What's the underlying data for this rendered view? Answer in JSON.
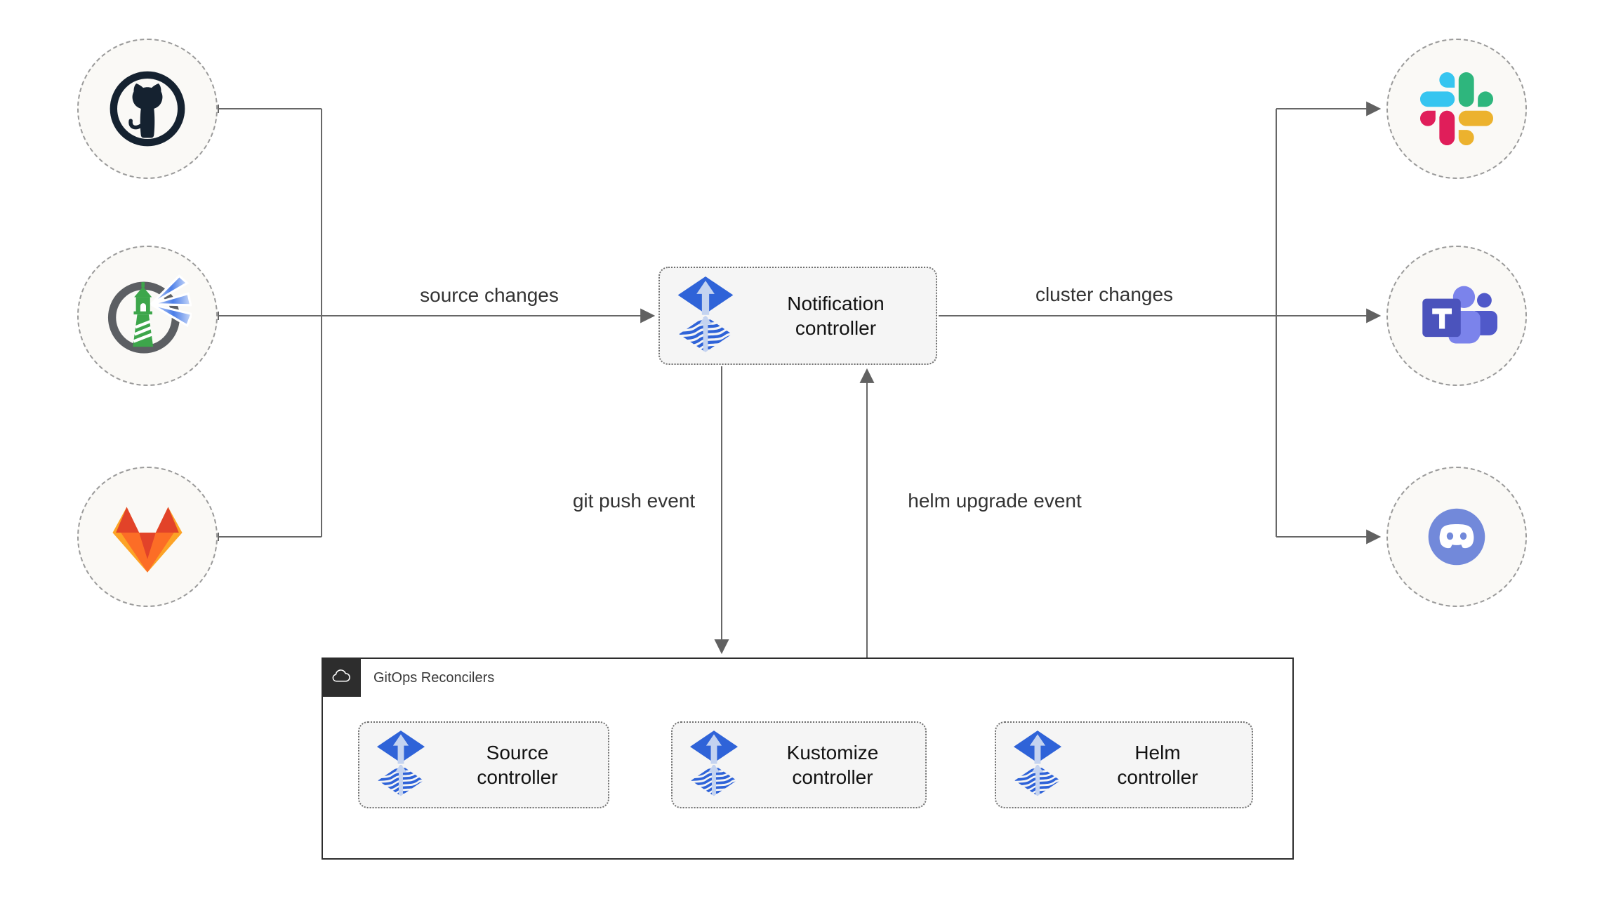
{
  "colors": {
    "line": "#676767",
    "node_fill": "#f5f5f5",
    "node_border": "#6f6f6f",
    "circle_fill": "#faf9f6",
    "circle_border": "#9a9a9a",
    "group_border": "#2d2d2d",
    "flux_blue": "#2f63d8",
    "flux_arrow_light": "#c4d3f0"
  },
  "left_nodes": [
    {
      "icon": "github-icon"
    },
    {
      "icon": "harbor-icon"
    },
    {
      "icon": "gitlab-icon"
    }
  ],
  "right_nodes": [
    {
      "icon": "slack-icon"
    },
    {
      "icon": "teams-icon"
    },
    {
      "icon": "discord-icon"
    }
  ],
  "notification": {
    "label": "Notification controller"
  },
  "edge_labels": {
    "source_changes": "source changes",
    "cluster_changes": "cluster changes",
    "git_push": "git push event",
    "helm_upgrade": "helm upgrade event"
  },
  "group": {
    "title": "GitOps Reconcilers",
    "controllers": [
      {
        "label": "Source controller"
      },
      {
        "label": "Kustomize controller"
      },
      {
        "label": "Helm controller"
      }
    ]
  }
}
